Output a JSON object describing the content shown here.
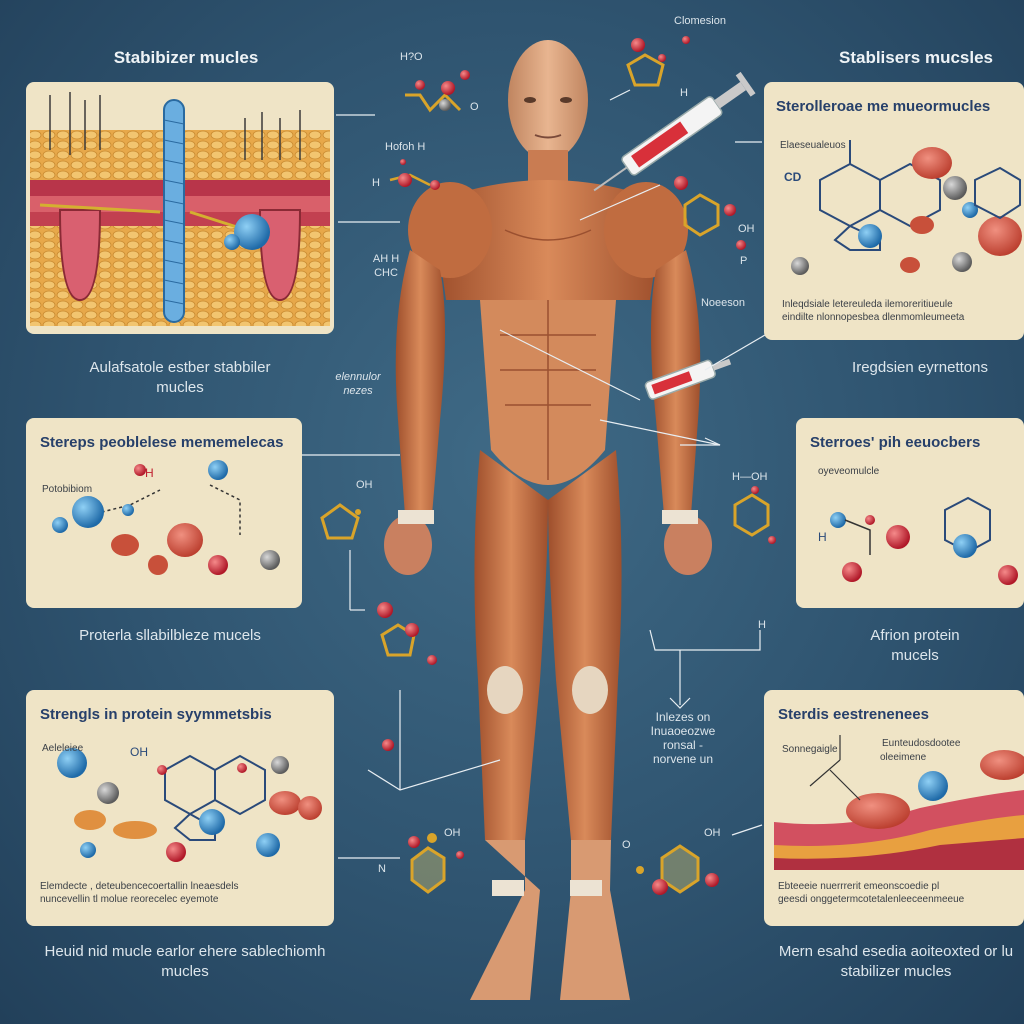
{
  "headings": {
    "top_left": "Stabibizer mucles",
    "top_right": "Stablisers mucsles"
  },
  "captions": {
    "left_1_line1": "Aulafsatole estber stabbiler",
    "left_1_line2": "mucles",
    "left_2": "Proterla sllabilbleze mucels",
    "left_3_line1": "Heuid nid mucle earlor ehere sablechiomh",
    "left_3_line2": "mucles",
    "right_1": "Iregdsien eyrnettons",
    "right_2_line1": "Afrion protein",
    "right_2_line2": "mucels",
    "right_3_line1": "Mern esahd esedia aoiteoxted or lu",
    "right_3_line2": "stabilizer mucles"
  },
  "center_labels": {
    "top": "Clomesion",
    "left_mid_line1": "elennulor",
    "left_mid_line2": "nezes",
    "right_mid": "Noeeson",
    "bottom_line1": "Inlezes on",
    "bottom_line2": "Inuaoeozwe",
    "bottom_line3": "ronsal -",
    "bottom_line4": "norvene un"
  },
  "molecule_labels": {
    "h2o": "H?O",
    "hxo_h": "Hofoh H",
    "h": "H",
    "afh_line1": "AH H",
    "afh_line2": "CHC",
    "oh_1": "OH",
    "oh_2": "OH",
    "oh_3": "OH",
    "oh_4": "OH",
    "h_ch": "H—OH",
    "h_3": "H",
    "o_1": "O",
    "n_1": "N",
    "h_4": "H",
    "o_2": "O",
    "p_1": "P"
  },
  "panels": {
    "p1": {},
    "p2": {
      "title": "Sterolleroae me mueormucles",
      "label_1": "Elaeseualeuos",
      "label_2": "CD",
      "text_line1": "Inleqdsiale letereuleda ilemoreritiueule",
      "text_line2": "eindilte nlonnopesbea dlenmomleumeeta"
    },
    "p3": {
      "title": "Stereps peoblelese mememelecas",
      "label_1": "Potobibiom",
      "label_h": "H"
    },
    "p4": {
      "title": "Sterroes' pih eeuocbers",
      "label_1": "oyeveomulcle",
      "label_h": "H"
    },
    "p5": {
      "title": "Strengls in protein syymmetsbis",
      "label_1": "Aeleleiee",
      "label_2": "OH",
      "text_line1": "Elemdecte , deteubencecoertallin lneaesdels",
      "text_line2": "nuncevellin tl molue reorecelec eyemote"
    },
    "p6": {
      "title": "Sterdis eestrenenees",
      "label_1": "Sonnegaigle",
      "label_2": "Eunteudosdootee",
      "label_3": "oleeimene",
      "text_line1": "Ebteeeie nuerrrerit emeonscoedie pl",
      "text_line2": "geesdi onggetermcotetalenleeceenmeeue"
    }
  },
  "colors": {
    "background": "#2f5470",
    "panel": "#efe4c6",
    "panel_title": "#27406a",
    "muscle": "#c7744a",
    "atom_red": "#d92b3a",
    "atom_blue": "#2f7fbf",
    "bond_gold": "#d9a42a"
  }
}
